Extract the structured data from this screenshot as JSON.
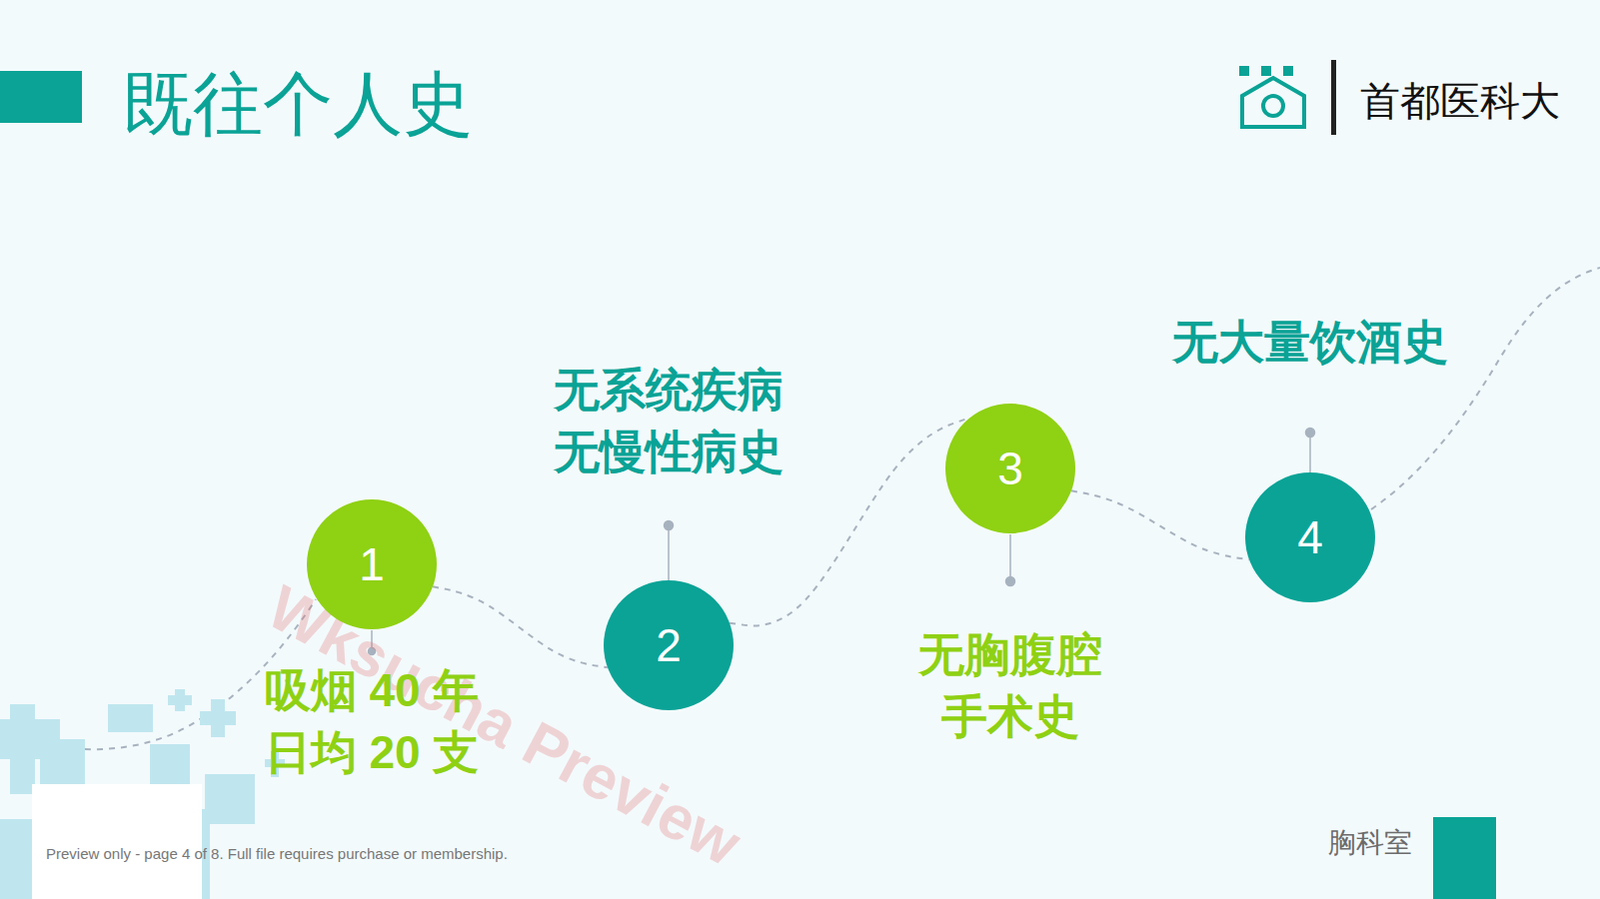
{
  "diagram": {
    "title": "既往个人史",
    "nodes": [
      {
        "text": [
          "1",
          "吸烟 40 年 日均 20 支"
        ]
      },
      {
        "text": [
          "2",
          "无系统疾病 无慢性病史"
        ]
      },
      {
        "text": [
          "3",
          "无胸腹腔 手术史"
        ]
      },
      {
        "text": [
          "4",
          "无大量饮酒史"
        ]
      }
    ],
    "edges": [
      {
        "from": 0,
        "to": 1,
        "arrow": "none"
      },
      {
        "from": 1,
        "to": 2,
        "arrow": "none"
      },
      {
        "from": 2,
        "to": 3,
        "arrow": "none"
      }
    ],
    "labels": [
      "首都医科大",
      "胸科室",
      "Wksucha Preview",
      "Preview only - page 4 of 8. Full file requires purchase or membership."
    ]
  }
}
